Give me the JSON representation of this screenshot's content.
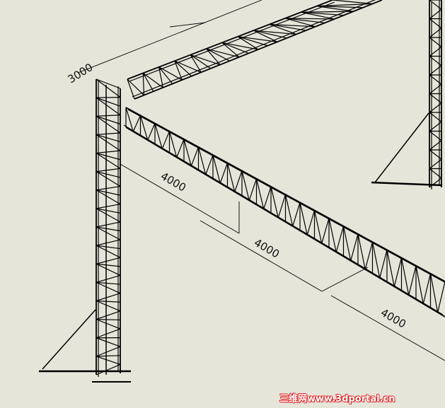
{
  "drawing": {
    "line_color": "#000000",
    "background": "#e6e5da",
    "dimensions": [
      {
        "label": "3000"
      },
      {
        "label": "4000"
      },
      {
        "label": "4000"
      },
      {
        "label": "4000"
      }
    ]
  },
  "watermark": {
    "text": "三维网www.3dportal.cn",
    "color": "#e02020"
  }
}
